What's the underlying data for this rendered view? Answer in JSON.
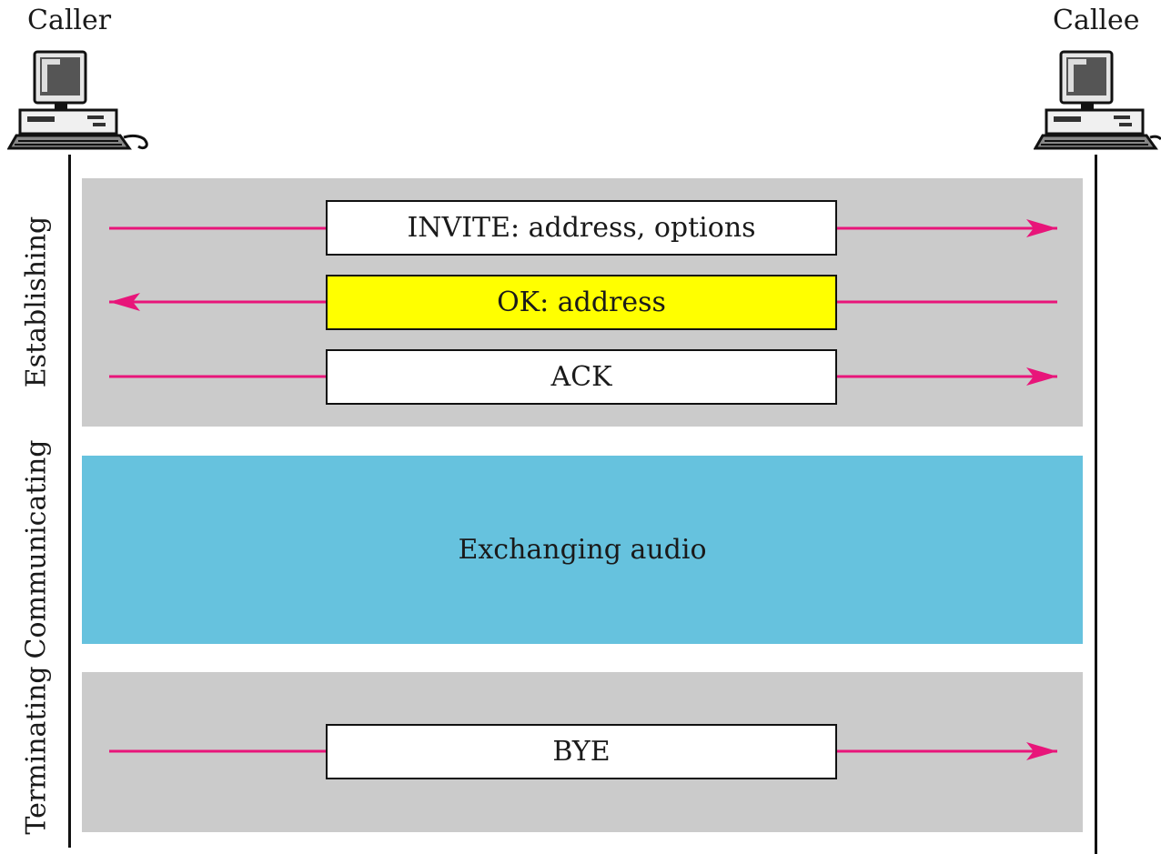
{
  "actors": {
    "caller": {
      "label": "Caller",
      "icon": "desktop-computer-icon"
    },
    "callee": {
      "label": "Callee",
      "icon": "desktop-computer-icon"
    }
  },
  "phases": [
    {
      "label": "Establishing",
      "color": "#cbcbcb"
    },
    {
      "label": "Communicating",
      "color": "#66c2de"
    },
    {
      "label": "Terminating",
      "color": "#cbcbcb"
    }
  ],
  "messages": [
    {
      "label": "INVITE: address, options",
      "direction": "caller-to-callee",
      "fill": "#ffffff"
    },
    {
      "label": "OK: address",
      "direction": "callee-to-caller",
      "fill": "#ffff00"
    },
    {
      "label": "ACK",
      "direction": "caller-to-callee",
      "fill": "#ffffff"
    },
    {
      "label": "BYE",
      "direction": "caller-to-callee",
      "fill": "#ffffff"
    }
  ],
  "exchange": {
    "label": "Exchanging audio"
  },
  "colors": {
    "arrow": "#e8157a",
    "lifeline": "#111111"
  }
}
